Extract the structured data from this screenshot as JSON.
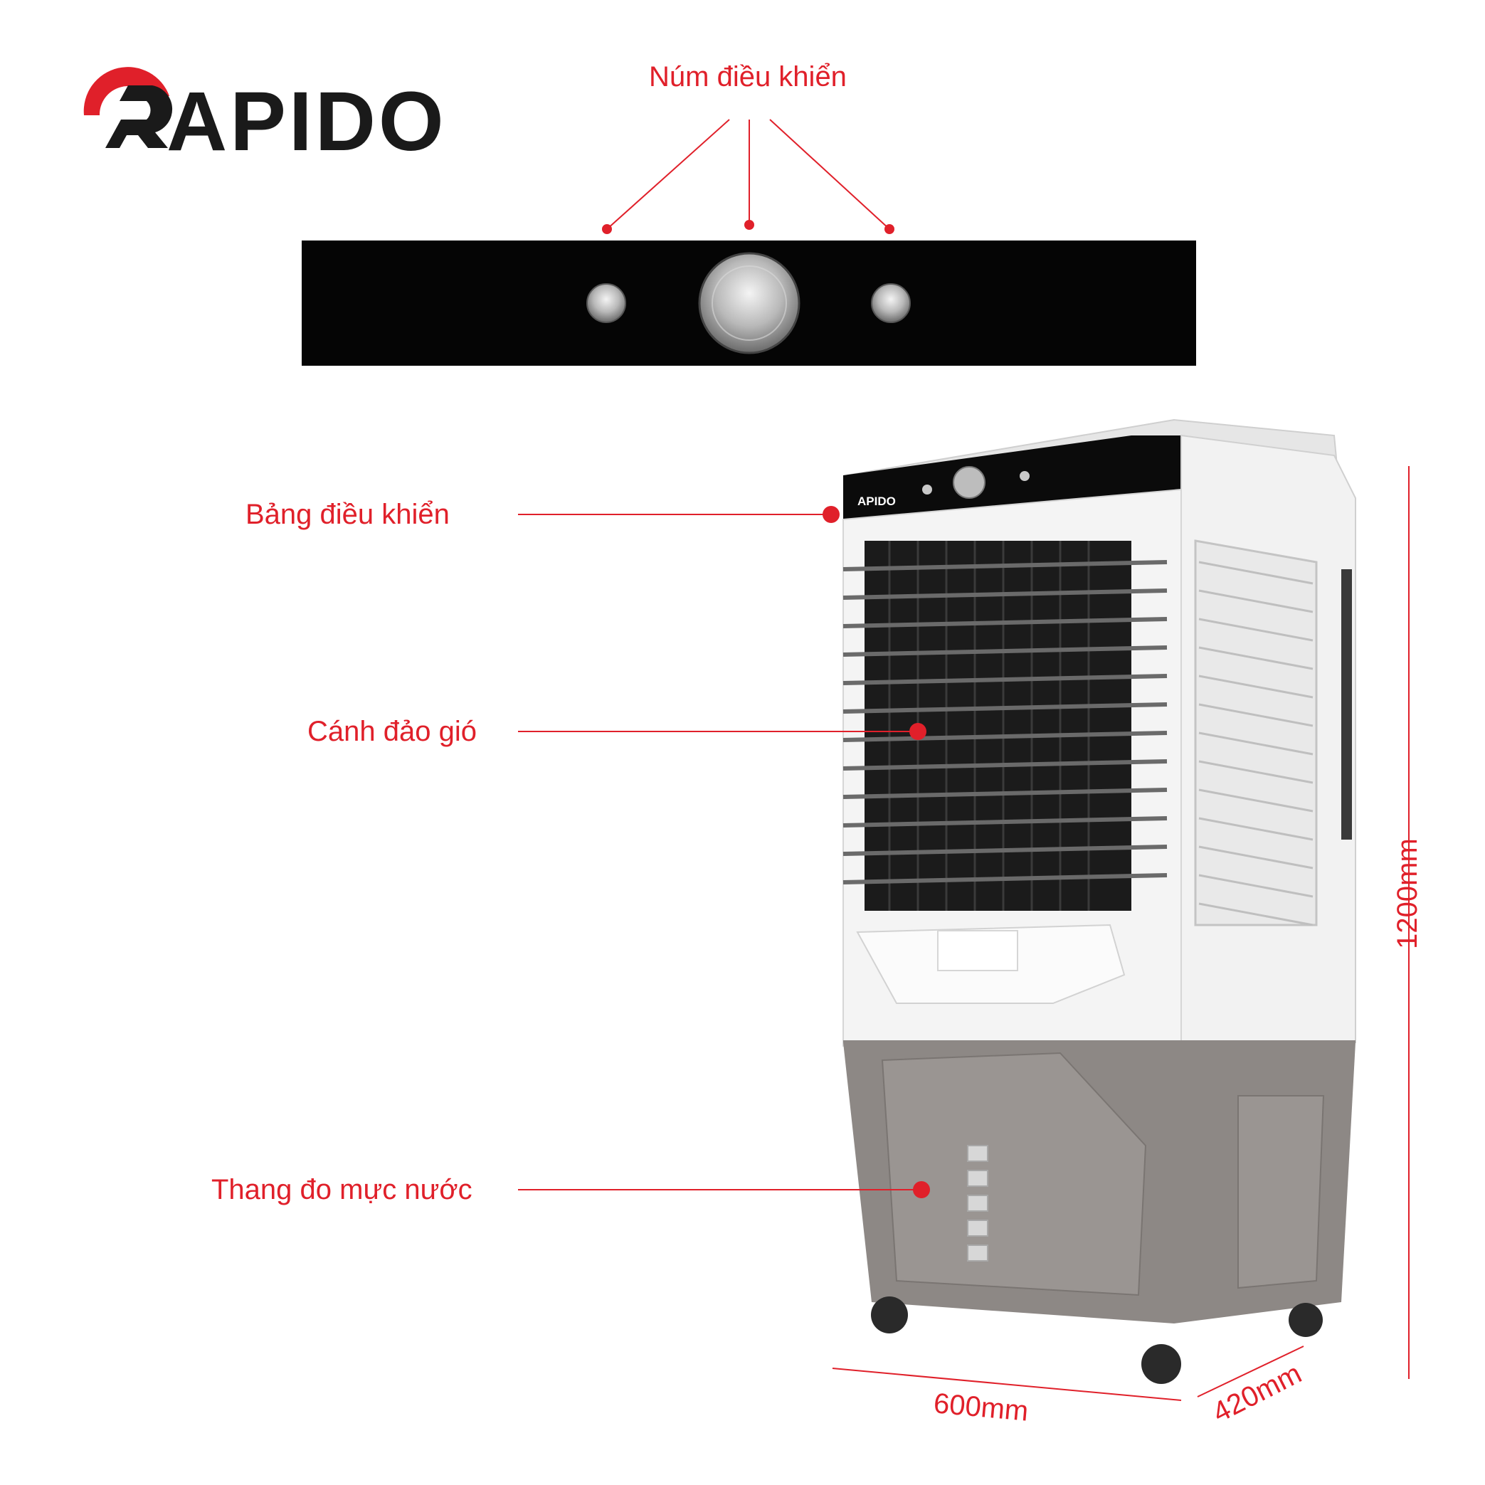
{
  "brand": {
    "logo_text": "APIDO",
    "mini_logo_text": "APIDO",
    "colors": {
      "red": "#e0202a",
      "dark": "#1a1a1a"
    }
  },
  "callouts": {
    "control_knobs": "Núm điều khiển",
    "control_panel": "Bảng điều khiển",
    "louver": "Cánh đảo gió",
    "water_gauge": "Thang đo mực nước"
  },
  "dimensions": {
    "height": "1200mm",
    "width": "600mm",
    "depth": "420mm"
  },
  "colors": {
    "accent_red": "#e0202a",
    "panel_black": "#050505",
    "body_white": "#f4f4f4",
    "base_grey": "#8d8885"
  },
  "icons": [
    "rapido-logo-icon",
    "knob-icon"
  ]
}
